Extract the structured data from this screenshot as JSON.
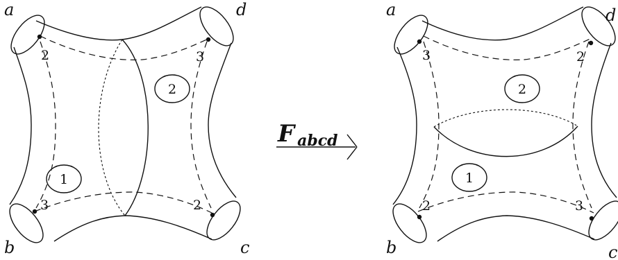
{
  "left": {
    "corners": {
      "a": "a",
      "b": "b",
      "c": "c",
      "d": "d"
    },
    "regions": {
      "one": "1",
      "two": "2"
    },
    "markers": {
      "a": "2",
      "b": "3",
      "c": "2",
      "d": "3"
    }
  },
  "arrow": {
    "main": "F",
    "sub": "abcd"
  },
  "right": {
    "corners": {
      "a": "a",
      "b": "b",
      "c": "c",
      "d": "d"
    },
    "regions": {
      "one": "1",
      "two": "2"
    },
    "markers": {
      "a": "3",
      "b": "2",
      "c": "3",
      "d": "2"
    }
  }
}
